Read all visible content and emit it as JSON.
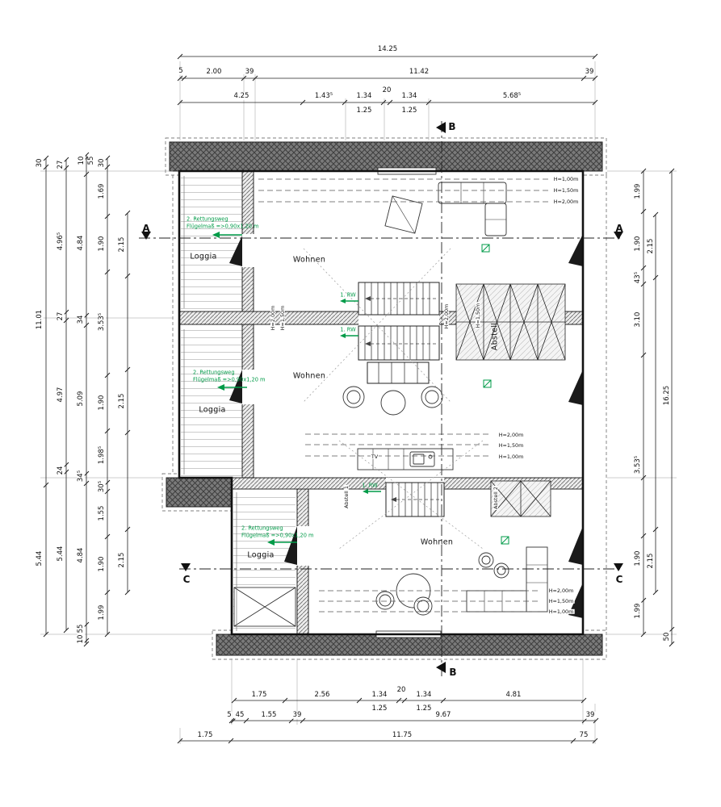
{
  "sections": {
    "a": "A",
    "b": "B",
    "c": "C"
  },
  "rooms": {
    "loggia_top": "Loggia",
    "wohnen_top": "Wohnen",
    "loggia_mid": "Loggia",
    "wohnen_mid": "Wohnen",
    "abstell": "Abstell",
    "loggia_bottom": "Loggia",
    "wohnen_bottom": "Wohnen",
    "tv": "TV",
    "abstell_1": "Abstell 1",
    "abstell_2": "Abstell 2"
  },
  "escape": {
    "line1": "2. Rettungsweg",
    "line2": "Flügelmaß =>0,90x1,20 m",
    "rw1": "1. RW"
  },
  "heights": {
    "h100": "H=1,00m",
    "h150": "H=1,50m",
    "h200": "H=2,00m"
  },
  "colors": {
    "escape_green": "#009b48",
    "roof_gray": "#7a7a7a",
    "line": "#1a1a1a"
  },
  "dims": {
    "top1": [
      "14.25"
    ],
    "top2": [
      "5",
      "2.00",
      "39",
      "11.42",
      "39"
    ],
    "top3": [
      "4.25",
      "1.43⁵",
      "1.34",
      "20",
      "1.34",
      "5.68⁵"
    ],
    "top3_sub": [
      "1.25",
      "1.25"
    ],
    "bottom1": [
      "1.75",
      "2.56",
      "1.34",
      "20",
      "1.34",
      "4.81"
    ],
    "bottom1_sub": [
      "1.25",
      "1.25"
    ],
    "bottom2": [
      "5",
      "45",
      "1.55",
      "39",
      "9.67",
      "39"
    ],
    "bottom3": [
      "1.75",
      "11.75",
      "75"
    ],
    "left1": [
      "30",
      "11.01",
      "5.44"
    ],
    "left2": [
      "27",
      "4.96⁵",
      "27",
      "4.97",
      "24",
      "5.44"
    ],
    "left3": [
      "10",
      "55",
      "4.84",
      "34",
      "5.09",
      "34⁵",
      "4.84",
      "55",
      "10"
    ],
    "left4": [
      "30",
      "1.69",
      "1.90",
      "3.53⁵",
      "1.90",
      "1.98⁵",
      "30⁵",
      "1.55",
      "1.90",
      "1.99"
    ],
    "left5": [
      "2.15",
      "2.15",
      "2.15"
    ],
    "right1": [
      "1.99",
      "1.90",
      "43⁵",
      "3.10",
      "3.53⁵",
      "1.90",
      "1.99"
    ],
    "right2": [
      "2.15",
      "2.15"
    ],
    "right3": [
      "16.25",
      "50"
    ]
  }
}
